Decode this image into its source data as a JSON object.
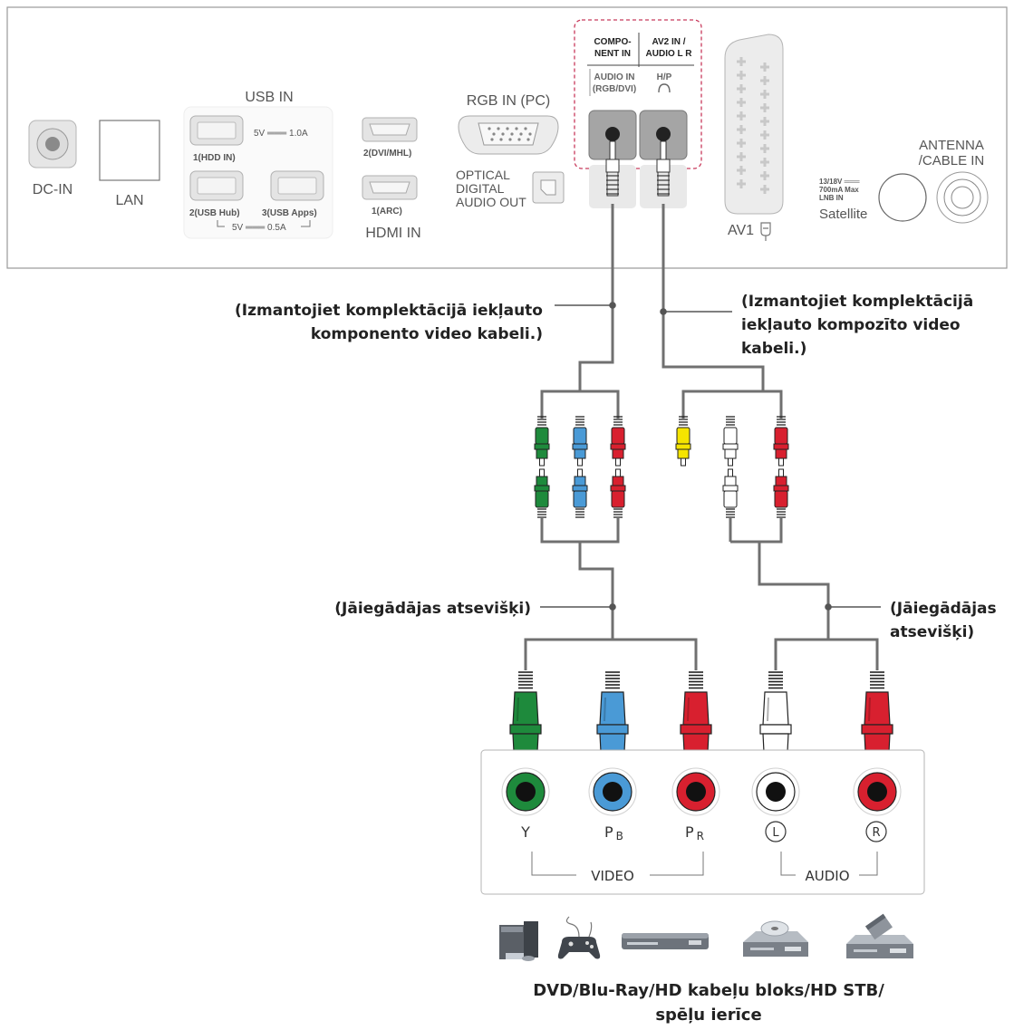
{
  "tv_panel": {
    "dc_in": "DC-IN",
    "lan": "LAN",
    "usb_in": "USB IN",
    "usb1_rating": "5V ═══ 1.0A",
    "usb1": "1(HDD IN)",
    "usb2": "2(USB Hub)",
    "usb3": "3(USB Apps)",
    "usb23_rating": "5V ═══ 0.5A",
    "hdmi2": "2(DVI/MHL)",
    "hdmi1": "1(ARC)",
    "hdmi_in": "HDMI IN",
    "rgb_in": "RGB IN (PC)",
    "optical_line1": "OPTICAL",
    "optical_line2": "DIGITAL",
    "optical_line3": "AUDIO OUT",
    "component_in_line1": "COMPO-",
    "component_in_line2": "NENT IN",
    "av2_line1": "AV2 IN /",
    "av2_line2": "AUDIO L R",
    "audio_in_line1": "AUDIO IN",
    "audio_in_line2": "(RGB/DVI)",
    "hp": "H/P",
    "av1": "AV1",
    "satellite_spec_line1": "13/18V ═══",
    "satellite_spec_line2": "700mA Max",
    "satellite_spec_line3": "LNB IN",
    "satellite": "Satellite",
    "antenna_line1": "ANTENNA",
    "antenna_line2": "/CABLE IN"
  },
  "callouts": {
    "component_cable_line1": "(Izmantojiet komplektācijā iekļauto",
    "component_cable_line2": "komponento video kabeli.)",
    "composite_cable_line1": "(Izmantojiet komplektācijā",
    "composite_cable_line2": "iekļauto kompozīto video",
    "composite_cable_line3": "kabeli.)",
    "sold_separately_left": "(Jāiegādājas atsevišķi)",
    "sold_separately_right_line1": "(Jāiegādājas",
    "sold_separately_right_line2": "atsevišķi)"
  },
  "device_panel": {
    "y": "Y",
    "pb_main": "P",
    "pb_sub": "B",
    "pr_main": "P",
    "pr_sub": "R",
    "l": "L",
    "r": "R",
    "video": "VIDEO",
    "audio": "AUDIO"
  },
  "devices_caption": {
    "line1": "DVD/Blu-Ray/HD kabeļu bloks/HD STB/",
    "line2": "spēļu ierīce"
  },
  "icons": [
    "pc-icon",
    "gamepad-icon",
    "set-top-box-icon",
    "dvd-player-icon",
    "blu-ray-player-icon"
  ],
  "colors": {
    "green": "#1e8a3c",
    "blue": "#4a9ad6",
    "red": "#d8202f",
    "yellow": "#f5e400",
    "white": "#ffffff",
    "cable": "#707070"
  }
}
